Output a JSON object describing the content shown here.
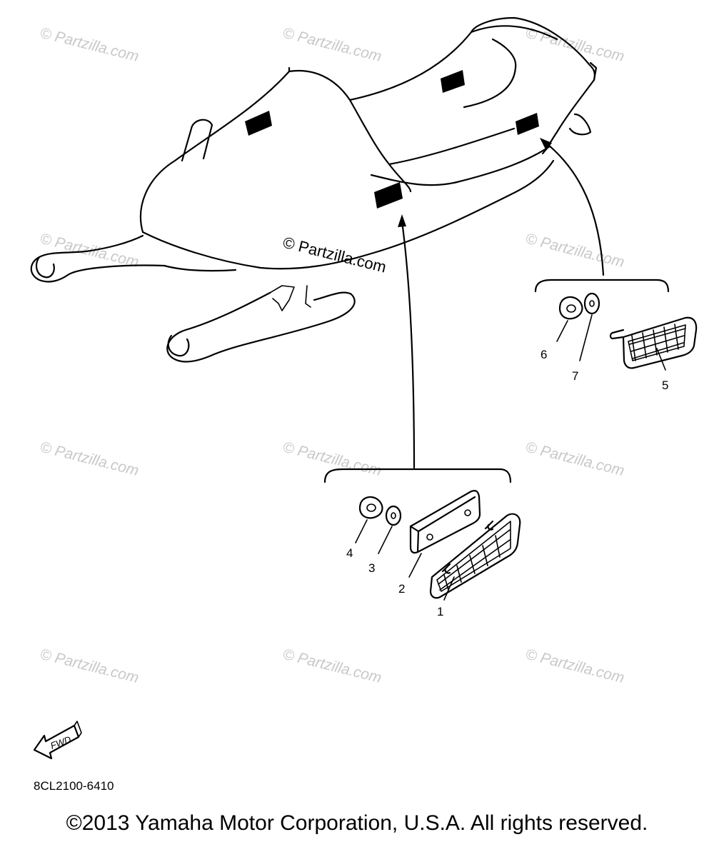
{
  "watermark": "© Partzilla.com",
  "center_watermark": "© Partzilla.com",
  "fwd_label": "FWD",
  "diagram_code": "8CL2100-6410",
  "copyright": "©2013 Yamaha Motor Corporation, U.S.A. All rights reserved.",
  "callouts": {
    "c1": "1",
    "c2": "2",
    "c3": "3",
    "c4": "4",
    "c5": "5",
    "c6": "6",
    "c7": "7"
  }
}
